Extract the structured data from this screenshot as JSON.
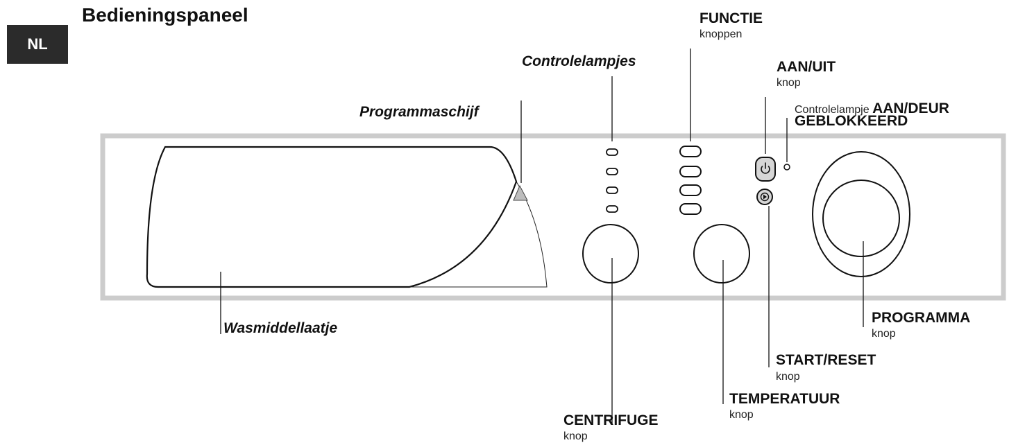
{
  "header": {
    "badge": "NL",
    "title": "Bedieningspaneel"
  },
  "labels": {
    "functie_title": "FUNCTIE",
    "functie_sub": "knoppen",
    "controlelampjes": "Controlelampjes",
    "aan_uit_title": "AAN/UIT",
    "aan_uit_sub": "knop",
    "lamp_prefix": "Controlelampje",
    "lamp_aan_deur": "AAN/DEUR",
    "lamp_geblokkeerd": "GEBLOKKEERD",
    "programmaschijf": "Programmaschijf",
    "wasmiddellaatje": "Wasmiddellaatje",
    "programma_title": "PROGRAMMA",
    "programma_sub": "knop",
    "start_reset_title": "START/RESET",
    "start_reset_sub": "knop",
    "temperatuur_title": "TEMPERATUUR",
    "temperatuur_sub": "knop",
    "centrifuge_title": "CENTRIFUGE",
    "centrifuge_sub": "knop"
  },
  "icons": {
    "power": "power-icon",
    "start": "start-reset-icon"
  },
  "colors": {
    "panel_border": "#cccccc",
    "badge_bg": "#2b2b2b",
    "button_fill": "#d6d6d6",
    "marker_fill": "#bdbdbd"
  }
}
